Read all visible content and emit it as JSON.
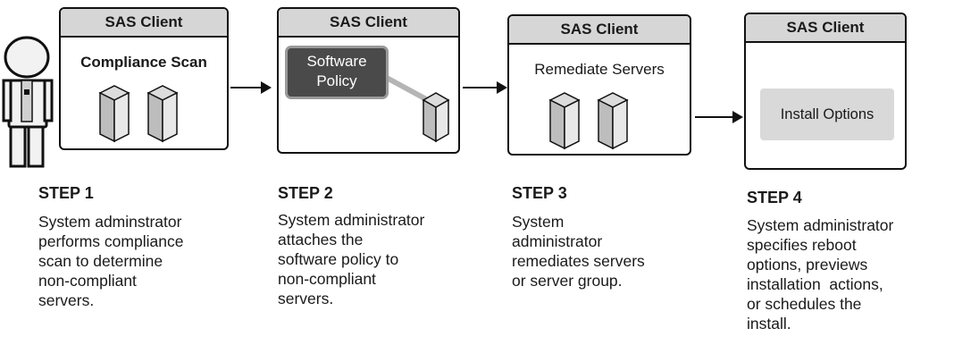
{
  "panels": [
    {
      "header": "SAS Client",
      "label": "Compliance Scan"
    },
    {
      "header": "SAS Client",
      "label": "Software Policy"
    },
    {
      "header": "SAS Client",
      "label": "Remediate Servers"
    },
    {
      "header": "SAS Client",
      "label": "Install Options"
    }
  ],
  "steps": [
    {
      "title": "STEP 1",
      "lines": [
        "System adminstrator",
        "performs compliance",
        "scan to determine",
        "non-compliant",
        "servers."
      ]
    },
    {
      "title": "STEP 2",
      "lines": [
        "System administrator",
        "attaches the",
        "software policy to",
        "non-compliant",
        "servers."
      ]
    },
    {
      "title": "STEP 3",
      "lines": [
        "System",
        "administrator",
        "remediates servers",
        "or server group."
      ]
    },
    {
      "title": "STEP 4",
      "lines": [
        "System administrator",
        "specifies reboot",
        "options, previews",
        "installation  actions,",
        "or schedules the",
        "install."
      ]
    }
  ]
}
